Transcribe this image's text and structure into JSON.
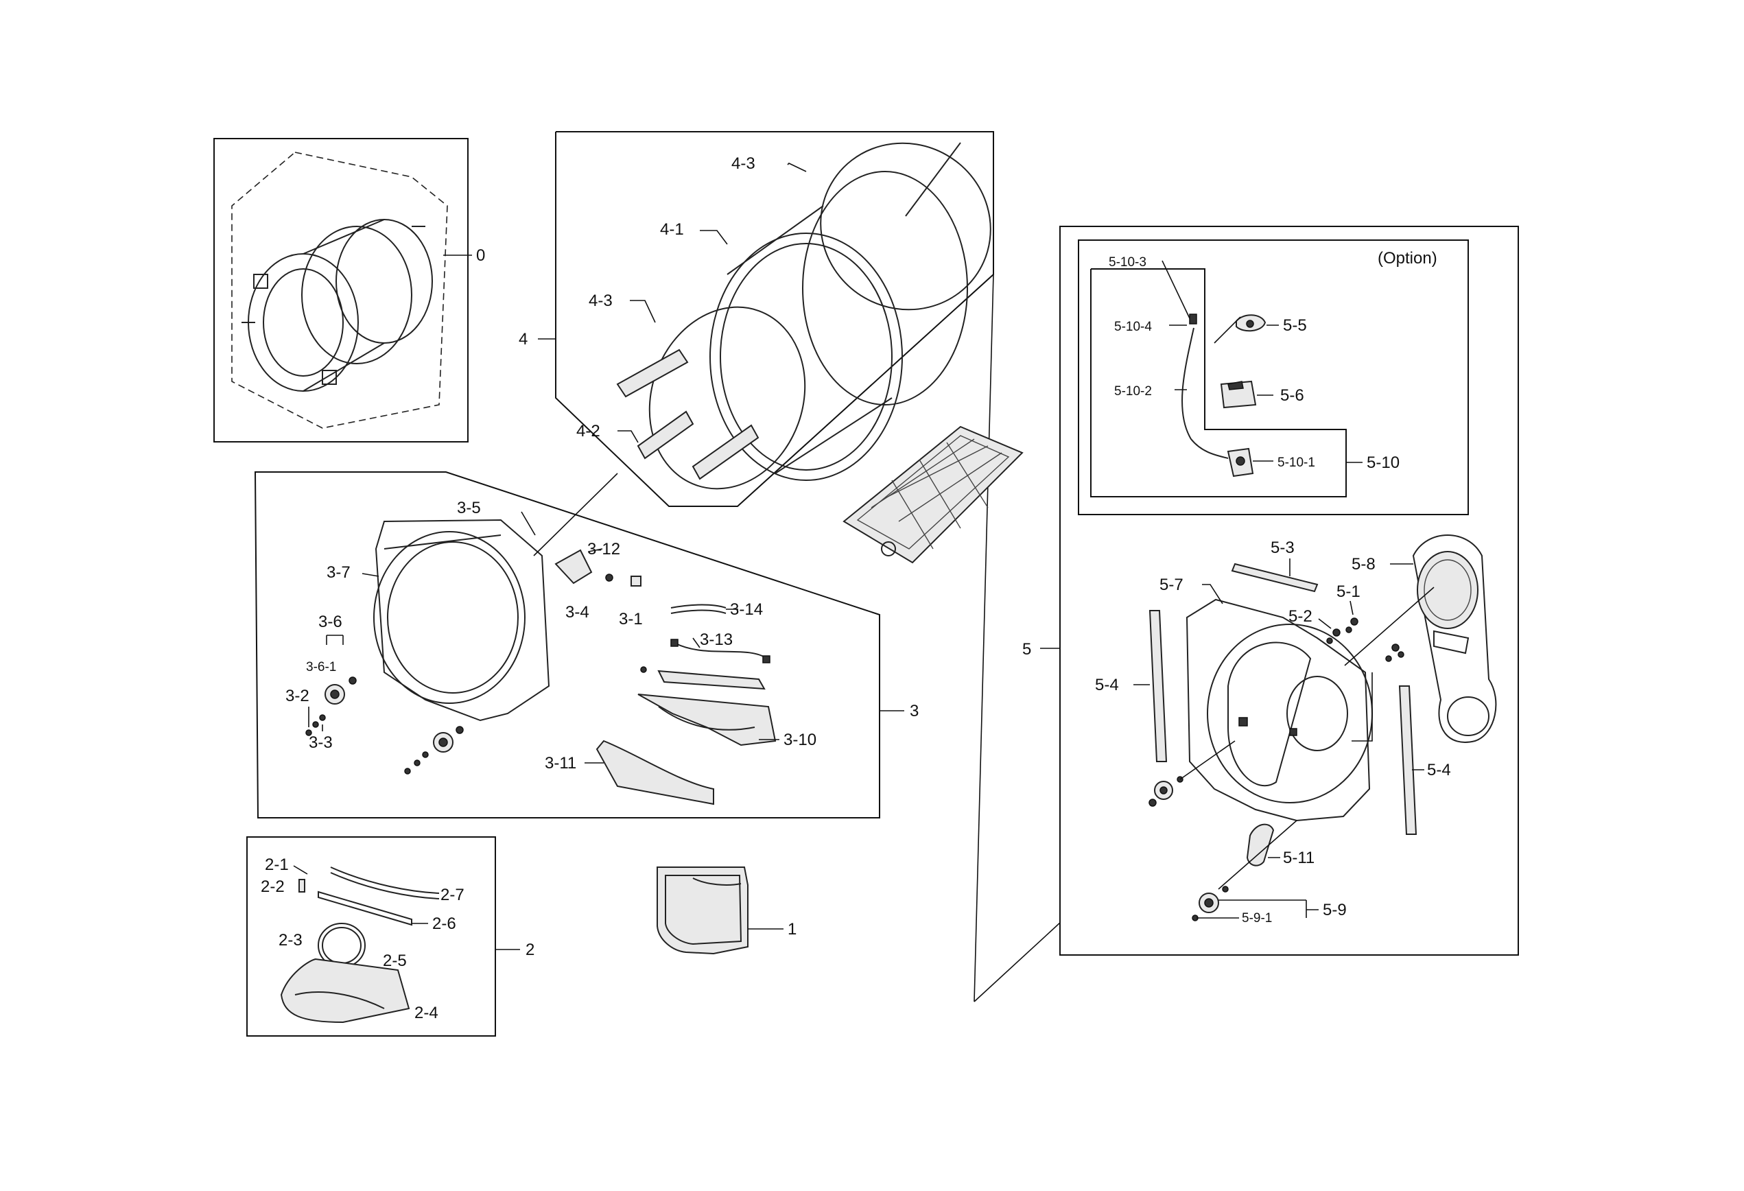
{
  "diagram": {
    "option_label": "(Option)",
    "groups": {
      "g0": {
        "label": "0"
      },
      "g1": {
        "label": "1"
      },
      "g2": {
        "label": "2",
        "parts": [
          "2-1",
          "2-2",
          "2-7",
          "2-6",
          "2-3",
          "2-5",
          "2-4"
        ]
      },
      "g3": {
        "label": "3",
        "parts": [
          "3-5",
          "3-12",
          "3-7",
          "3-4",
          "3-1",
          "3-14",
          "3-6",
          "3-13",
          "3-6-1",
          "3-2",
          "3-3",
          "3-10",
          "3-11"
        ]
      },
      "g4": {
        "label": "4",
        "parts": [
          "4-3",
          "4-1",
          "4-3",
          "4-2"
        ]
      },
      "g5": {
        "label": "5",
        "parts": [
          "5-3",
          "5-8",
          "5-7",
          "5-1",
          "5-2",
          "5-4",
          "5-4",
          "5-11",
          "5-9",
          "5-9-1"
        ]
      },
      "g5opt": {
        "parts": [
          "5-10-3",
          "5-10-4",
          "5-5",
          "5-10-2",
          "5-6",
          "5-10-1",
          "5-10"
        ]
      }
    }
  }
}
